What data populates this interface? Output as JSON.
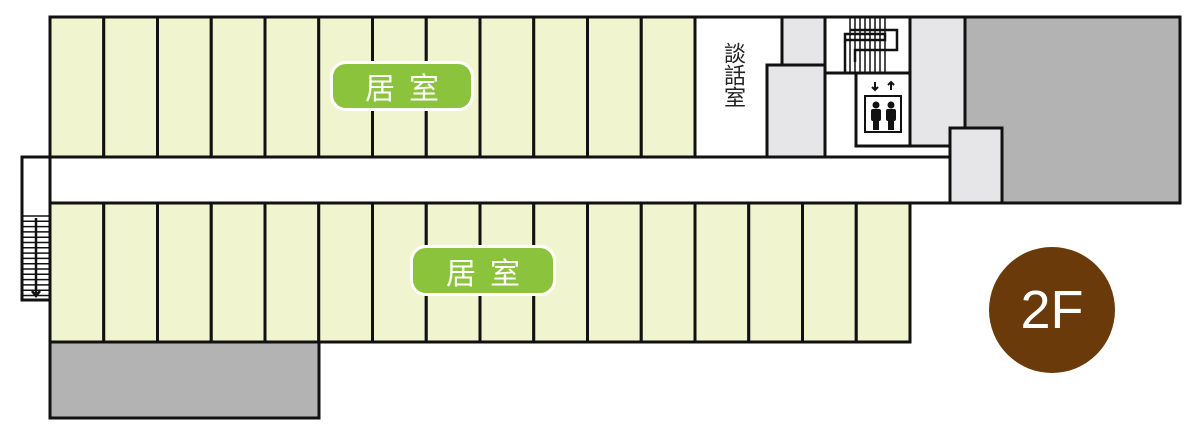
{
  "rooms": {
    "upper_label": "居室",
    "lower_label": "居室",
    "lounge_label": "談話室"
  },
  "floor_badge": "2F",
  "colors": {
    "room": "#f0f5d0",
    "pill": "#8cc33c",
    "badge": "#6b3a0a",
    "dark_gray": "#b3b3b3",
    "light_gray": "#e6e6e8"
  },
  "icons": [
    "stairs-icon",
    "elevator-icon"
  ]
}
